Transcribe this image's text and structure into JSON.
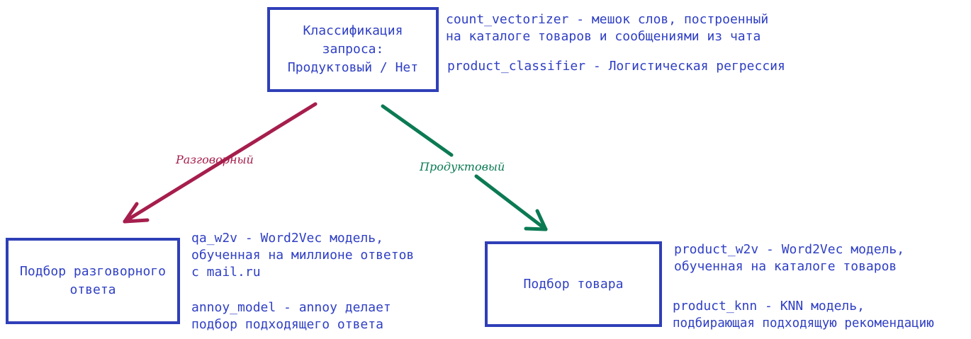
{
  "colors": {
    "box_border": "#2f3fb8",
    "text": "#2f3fc4",
    "conversational_arrow": "#a61e4d",
    "product_arrow": "#0b7a53"
  },
  "nodes": {
    "classifier": {
      "label": "Классификация\nзапроса:\nПродуктовый / Нет"
    },
    "conversational": {
      "label": "Подбор разговорного\nответа"
    },
    "product": {
      "label": "Подбор товара"
    }
  },
  "notes": {
    "classifier": [
      "count_vectorizer - мешок слов, построенный",
      "на каталоге товаров и сообщениями из чата",
      "product_classifier - Логистическая регрессия"
    ],
    "conversational": [
      "qa_w2v - Word2Vec модель,",
      "обученная на миллионе ответов",
      "с mail.ru",
      "annoy_model - annoy делает",
      "подбор подходящего ответа"
    ],
    "product": [
      "product_w2v - Word2Vec модель,",
      "обученная на каталоге товаров",
      "product_knn - KNN модель,",
      "подбирающая подходящую рекомендацию"
    ]
  },
  "edges": {
    "conversational": {
      "label": "Разговорный"
    },
    "product": {
      "label": "Продуктовый"
    }
  }
}
